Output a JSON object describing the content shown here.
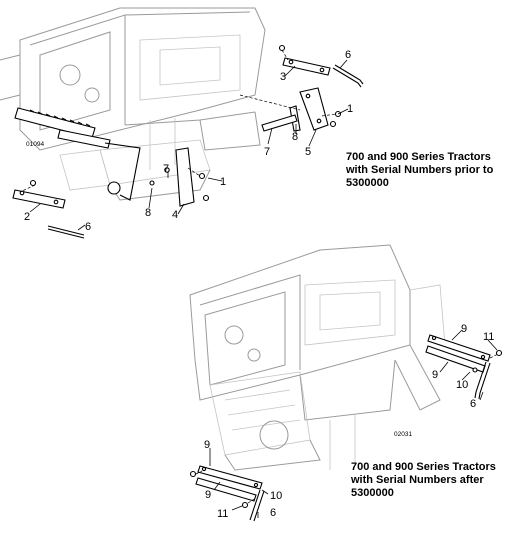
{
  "diagram_top": {
    "figure_id": "01094",
    "caption": [
      "700 and 900 Series Tractors",
      "with Serial Numbers prior to",
      "5300000"
    ],
    "callouts": [
      "6",
      "3",
      "1",
      "8",
      "7",
      "5",
      "7",
      "1",
      "8",
      "4",
      "2",
      "6"
    ]
  },
  "diagram_bottom": {
    "figure_id": "02031",
    "caption": [
      "700 and 900 Series Tractors",
      "with Serial Numbers after",
      "5300000"
    ],
    "callouts": [
      "9",
      "11",
      "9",
      "10",
      "6",
      "9",
      "9",
      "10",
      "11",
      "6"
    ]
  }
}
